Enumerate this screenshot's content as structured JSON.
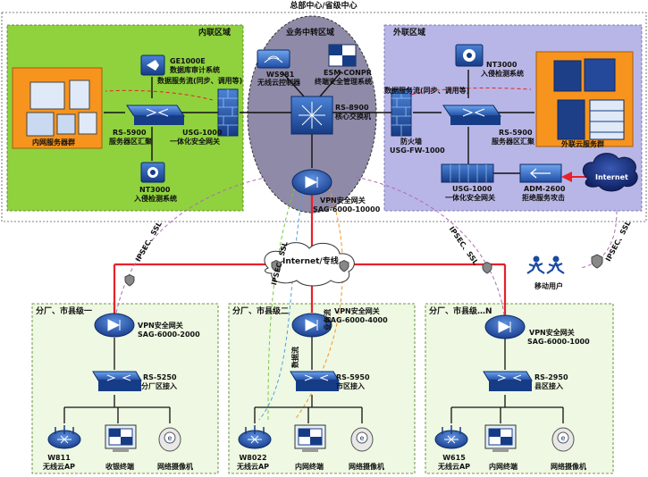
{
  "header": {
    "title": "总部中心/省级中心"
  },
  "zones": {
    "inner": "内联区域",
    "transit": "业务中转区域",
    "outer": "外联区域",
    "internet": "Internet/专线",
    "branch1": "分厂、市县级一",
    "branch2": "分厂、市县级二",
    "branchN": "分厂、市县级…N"
  },
  "devices": {
    "ge1000e": "GE1000E",
    "db_audit": "数据库审计系统",
    "data_flow_in": "数据服务流(同步、调用等)",
    "rs5900_in_a": "RS-5900",
    "rs5900_in_b": "服务器区汇聚",
    "usg1000_in_a": "USG-1000",
    "usg1000_in_b": "一体化安全网关",
    "inner_servers": "内网服务器群",
    "nt3000_in_a": "NT3000",
    "nt3000_in_b": "入侵检测系统",
    "ws981_a": "WS981",
    "ws981_b": "无线云控制器",
    "esm_a": "ESM-CONPR",
    "esm_b": "终端安全管理系统",
    "rs8900_a": "RS-8900",
    "rs8900_b": "核心交换机",
    "vpn_hq_a": "VPN安全网关",
    "vpn_hq_b": "SAG-6000-10000",
    "nt3000_out_a": "NT3000",
    "nt3000_out_b": "入侵检测系统",
    "data_flow_out": "数据服务流(同步、调用等)",
    "fw_a": "防火墙",
    "fw_b": "USG-FW-1000",
    "rs5900_out_a": "RS-5900",
    "rs5900_out_b": "服务器区汇聚",
    "outer_servers": "外联云服务群",
    "usg1000_out_a": "USG-1000",
    "usg1000_out_b": "一体化安全网关",
    "adm_a": "ADM-2600",
    "adm_b": "拒绝服务攻击",
    "internet_cloud": "Internet",
    "mobile": "移动用户",
    "ipsec_ssl": "IPSEC、SSL",
    "b1_vpn_a": "VPN安全网关",
    "b1_vpn_b": "SAG-6000-2000",
    "b1_sw_a": "RS-5250",
    "b1_sw_b": "分厂区接入",
    "b1_ap_a": "W811",
    "b1_ap_b": "无线云AP",
    "b1_term": "收银终端",
    "b1_cam": "网络摄像机",
    "b2_vpn_a": "VPN安全网关",
    "b2_vpn_b": "SAG-6000-4000",
    "b2_sw_a": "RS-5950",
    "b2_sw_b": "市区接入",
    "b2_ap_a": "W8022",
    "b2_ap_b": "无线云AP",
    "b2_term": "内网终端",
    "b2_cam": "网络摄像机",
    "b2_flow_a": "数据流",
    "b2_flow_b": "业务流",
    "bn_vpn_a": "VPN安全网关",
    "bn_vpn_b": "SAG-6000-1000",
    "bn_sw_a": "RS-2950",
    "bn_sw_b": "县区接入",
    "bn_ap_a": "W615",
    "bn_ap_b": "无线云AP",
    "bn_term": "内网终端",
    "bn_cam": "网络摄像机"
  },
  "colors": {
    "inner_zone": "#8fd23e",
    "outer_zone": "#b8b6e6",
    "transit_zone": "#8e8aa8",
    "server_box": "#f7941d",
    "branch_zone": "#e8f5d8",
    "device_blue": "#1e4fa0",
    "red_link": "#e8202a",
    "dash_green": "#7ac943",
    "dash_purple": "#b06ab3",
    "dash_blue": "#4aa3df",
    "dash_orange": "#f7941d"
  }
}
